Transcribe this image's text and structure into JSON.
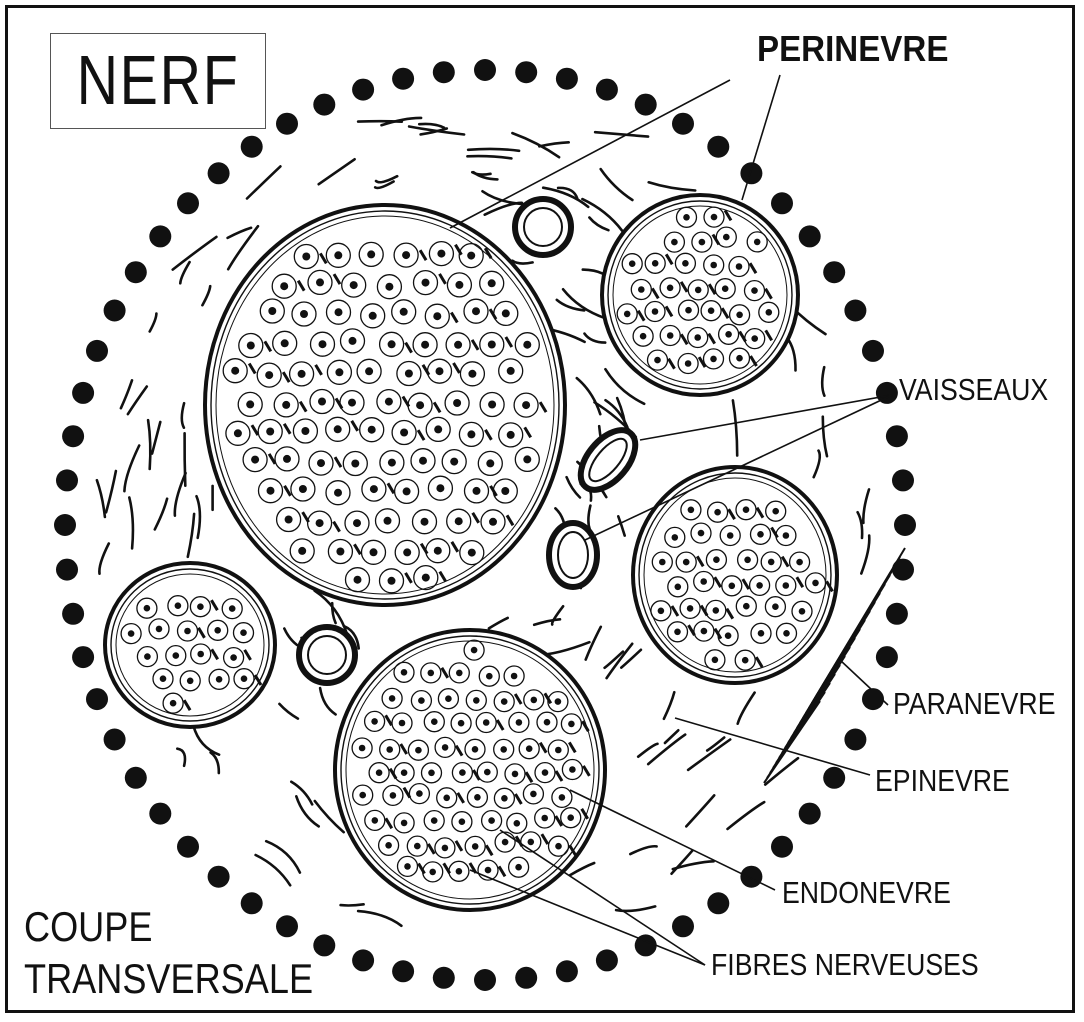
{
  "title": "NERF",
  "caption": {
    "line1": "COUPE",
    "line2": "TRANSVERSALE"
  },
  "labels": {
    "perinevre": "PERINEVRE",
    "vaisseaux": "VAISSEAUX",
    "paranevre": "PARANEVRE",
    "epinevre": "EPINEVRE",
    "endonevre": "ENDONEVRE",
    "fibres": "FIBRES NERVEUSES"
  },
  "colors": {
    "ink": "#111111",
    "background": "#ffffff"
  }
}
